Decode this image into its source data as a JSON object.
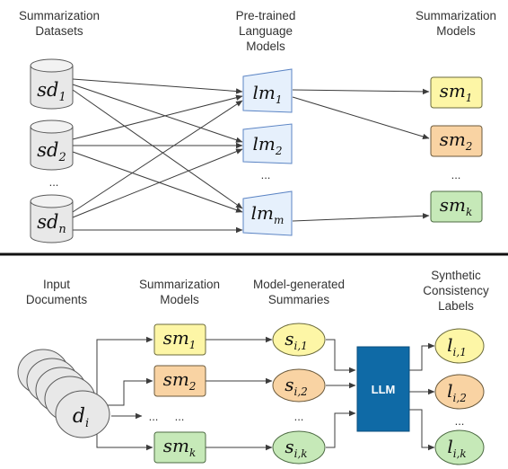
{
  "top": {
    "headers": {
      "datasets": [
        "Summarization",
        "Datasets"
      ],
      "lms": [
        "Pre-trained",
        "Language",
        "Models"
      ],
      "models": [
        "Summarization",
        "Models"
      ]
    },
    "datasets": [
      {
        "base": "sd",
        "sub": "1"
      },
      {
        "base": "sd",
        "sub": "2"
      },
      {
        "base": "sd",
        "sub": "n"
      }
    ],
    "lms": [
      {
        "base": "lm",
        "sub": "1"
      },
      {
        "base": "lm",
        "sub": "2"
      },
      {
        "base": "lm",
        "sub": "m"
      }
    ],
    "models": [
      {
        "base": "sm",
        "sub": "1"
      },
      {
        "base": "sm",
        "sub": "2"
      },
      {
        "base": "sm",
        "sub": "k"
      }
    ],
    "dataset_ellipsis": "...",
    "lm_ellipsis": "...",
    "model_ellipsis": "..."
  },
  "bottom": {
    "headers": {
      "docs": [
        "Input",
        "Documents"
      ],
      "models": [
        "Summarization",
        "Models"
      ],
      "summaries": [
        "Model-generated",
        "Summaries"
      ],
      "labels": [
        "Synthetic",
        "Consistency",
        "Labels"
      ]
    },
    "doc": {
      "base": "d",
      "sub": "i"
    },
    "models": [
      {
        "base": "sm",
        "sub": "1"
      },
      {
        "base": "sm",
        "sub": "2"
      },
      {
        "base": "sm",
        "sub": "k"
      }
    ],
    "summaries": [
      {
        "base": "s",
        "sub": "i,1"
      },
      {
        "base": "s",
        "sub": "i,2"
      },
      {
        "base": "s",
        "sub": "i,k"
      }
    ],
    "llm_label": "LLM",
    "labels": [
      {
        "base": "l",
        "sub": "i,1"
      },
      {
        "base": "l",
        "sub": "i,2"
      },
      {
        "base": "l",
        "sub": "i,k"
      }
    ],
    "row_ellipsis": "...",
    "model_ellipsis": "...",
    "summary_ellipsis": "...",
    "label_ellipsis": "..."
  },
  "colors": {
    "dataset_fill": "#e8e8e8",
    "lm_fill": "#e6f0fc",
    "lm_stroke": "#5b84c4",
    "yellow": "#fdf6a6",
    "orange": "#f9d3a3",
    "green": "#c6e9b8",
    "llm": "#0f6aa6",
    "divider": "#111111"
  }
}
